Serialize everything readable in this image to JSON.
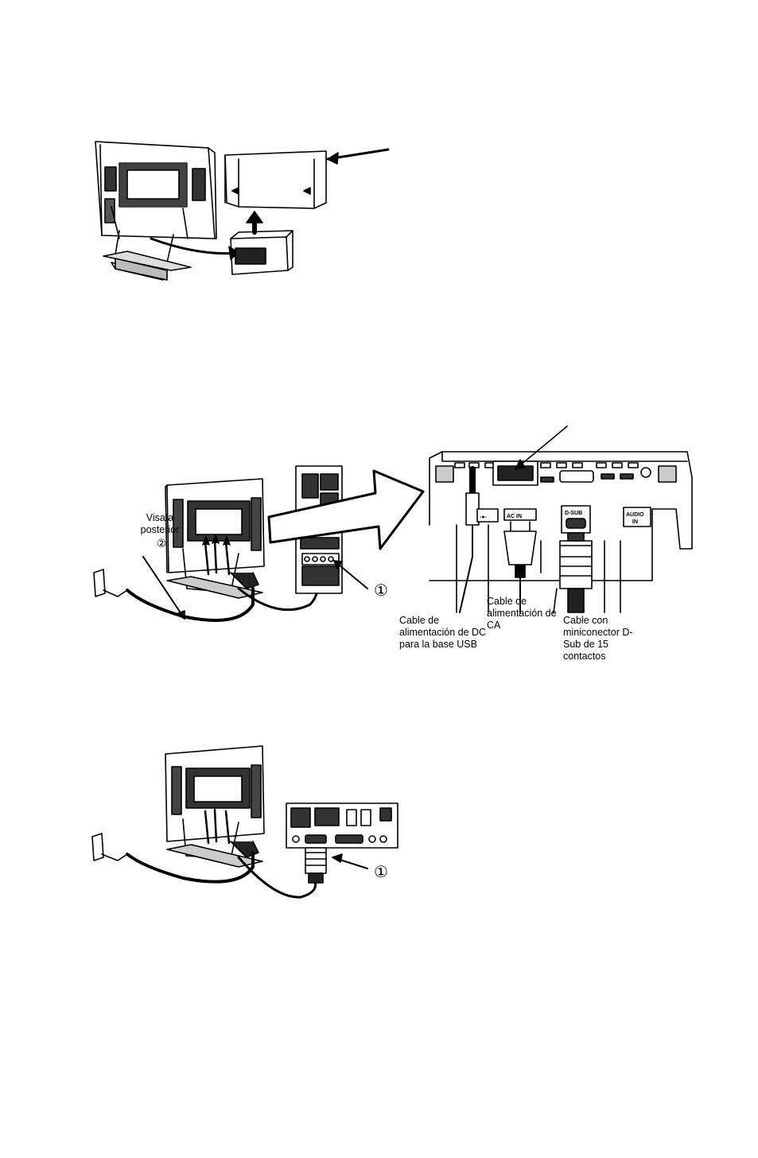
{
  "labels": {
    "rear_view": "Visata posterior",
    "rear_view_marker": "②",
    "callout_1": "①",
    "callout_1_b": "①",
    "dc_cable": "Cable de alimentación de DC para la base USB",
    "ac_cable": "Cable de alimentación de CA",
    "dsub_cable": "Cable con miniconector D-Sub de 15 contactos"
  },
  "ports": {
    "dc": "-●-",
    "ac_in": "AC IN",
    "d_sub": "D-SUB",
    "audio_in_1": "AUDIO",
    "audio_in_2": "IN"
  }
}
